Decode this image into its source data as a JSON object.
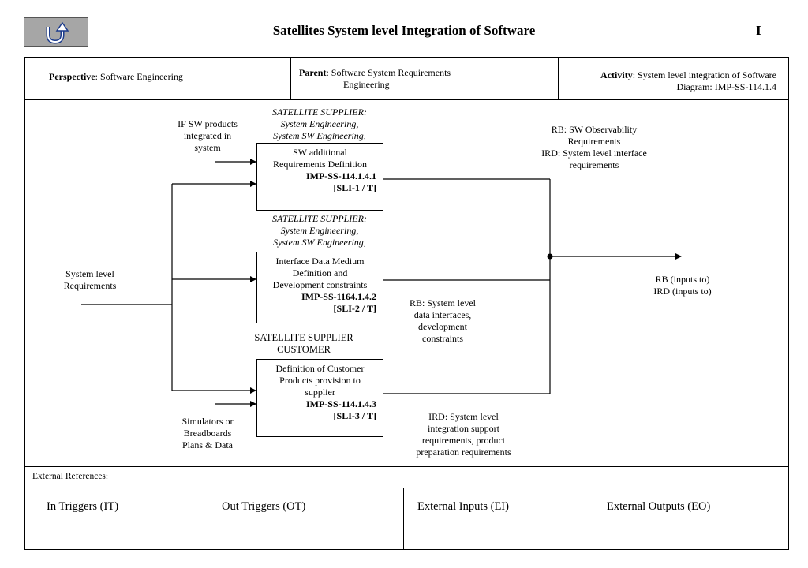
{
  "header": {
    "nav_icon": "u-turn-back-icon",
    "title": "Satellites System level Integration of Software",
    "page_letter": "I"
  },
  "info": {
    "perspective_label": "Perspective",
    "perspective_value": ": Software Engineering",
    "parent_label": "Parent",
    "parent_value_1": ":   Software System  Requirements",
    "parent_value_2": "Engineering",
    "activity_label": "Activity",
    "activity_value": ": System level integration of Software",
    "diagram_ref": "Diagram: IMP-SS-114.1.4"
  },
  "diagram": {
    "boxes": [
      {
        "owner_lines": [
          "SATELLITE  SUPPLIER:",
          "System Engineering,",
          "System SW Engineering,"
        ],
        "lines": [
          "SW additional",
          "Requirements Definition"
        ],
        "id": "IMP-SS-114.1.4.1",
        "code": "[SLI-1 / T]"
      },
      {
        "owner_lines": [
          "SATELLITE  SUPPLIER:",
          "System Engineering,",
          "System SW Engineering,"
        ],
        "lines": [
          "Interface Data Medium",
          "Definition and",
          "Development constraints"
        ],
        "id": "IMP-SS-1164.1.4.2",
        "code": "[SLI-2 / T]"
      },
      {
        "owner_lines": [
          "SATELLITE  SUPPLIER",
          "CUSTOMER"
        ],
        "lines": [
          "Definition of Customer",
          "Products provision to",
          "supplier"
        ],
        "id": "IMP-SS-114.1.4.3",
        "code": "[SLI-3 / T]"
      }
    ],
    "inputs": {
      "if_sw": [
        "IF SW  products",
        "integrated in",
        "system"
      ],
      "system_level": [
        "System level",
        "Requirements"
      ],
      "simulators": [
        "Simulators or",
        "Breadboards",
        "Plans & Data"
      ]
    },
    "outputs": {
      "box1": [
        "RB: SW Observability",
        "Requirements",
        "IRD: System level interface",
        "requirements"
      ],
      "box2": [
        "RB: System level",
        "data interfaces,",
        "development",
        "constraints"
      ],
      "box3": [
        "IRD: System level",
        "integration support",
        "requirements, product",
        "preparation requirements"
      ],
      "final": [
        "RB (inputs to)",
        "IRD (inputs to)"
      ]
    }
  },
  "external": {
    "heading": "External References:",
    "columns": [
      "In Triggers (IT)",
      "Out Triggers (OT)",
      "External Inputs (EI)",
      "External Outputs (EO)"
    ]
  }
}
